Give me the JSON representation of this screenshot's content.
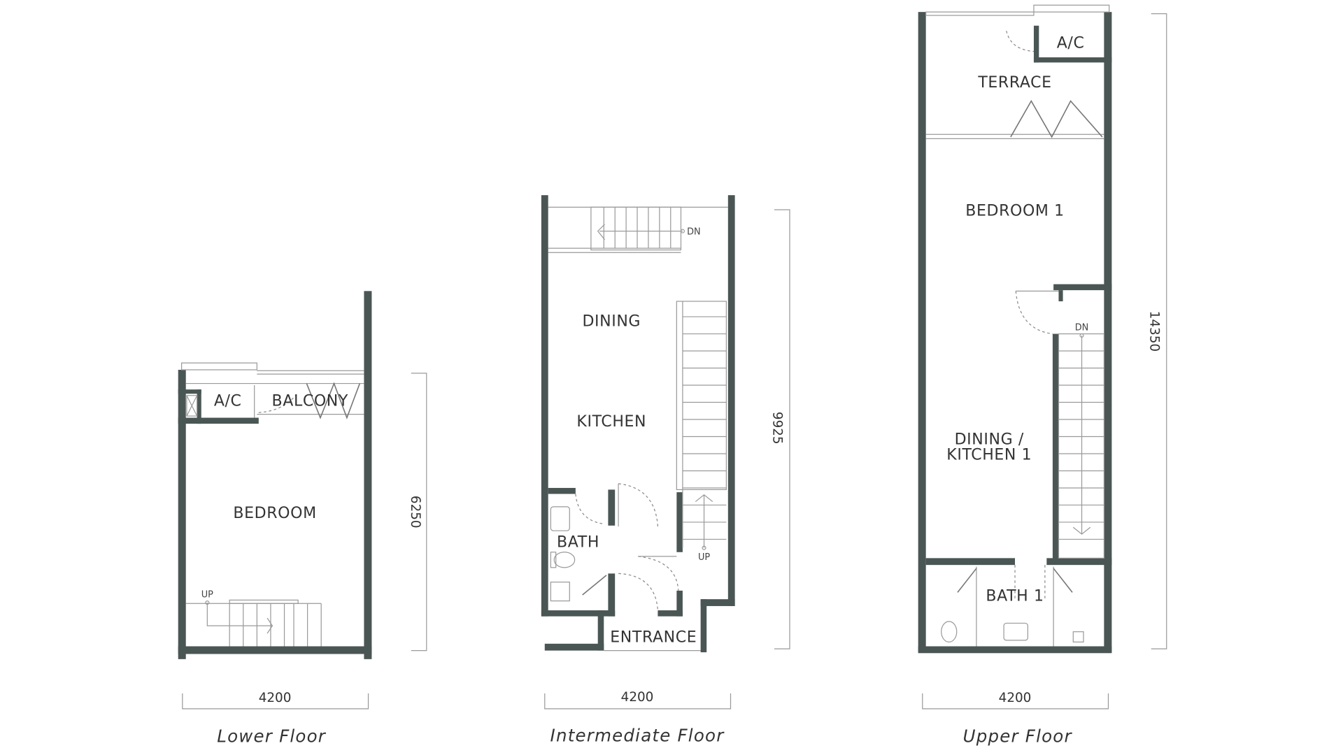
{
  "colors": {
    "wall": "#4a5654",
    "text": "#333333",
    "line": "#9a9a9a"
  },
  "plans": [
    {
      "caption": "Lower Floor",
      "width_dim": "4200",
      "depth_dim": "6250",
      "rooms": {
        "ac": "A/C",
        "balcony": "BALCONY",
        "bedroom": "BEDROOM"
      },
      "stair_marks": {
        "up": "UP"
      }
    },
    {
      "caption": "Intermediate Floor",
      "width_dim": "4200",
      "depth_dim": "9925",
      "rooms": {
        "dining": "DINING",
        "kitchen": "KITCHEN",
        "bath": "BATH",
        "entrance": "ENTRANCE"
      },
      "stair_marks": {
        "dn": "DN",
        "up": "UP"
      }
    },
    {
      "caption": "Upper Floor",
      "width_dim": "4200",
      "depth_dim": "14350",
      "rooms": {
        "ac": "A/C",
        "terrace": "TERRACE",
        "bedroom": "BEDROOM 1",
        "dining_kitchen_line1": "DINING /",
        "dining_kitchen_line2": "KITCHEN 1",
        "bath": "BATH 1"
      },
      "stair_marks": {
        "dn": "DN"
      }
    }
  ]
}
